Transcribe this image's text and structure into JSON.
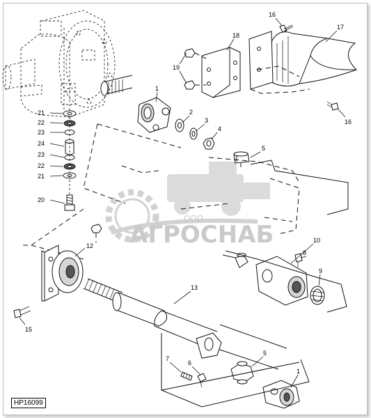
{
  "diagram_id": "HP16099",
  "watermark": {
    "prefix": "ООО",
    "brand": "АГРОСНАБ"
  },
  "callouts": {
    "c1a": "1",
    "c1b": "1",
    "c2": "2",
    "c3": "3",
    "c4": "4",
    "c5a": "5",
    "c5b": "5",
    "c6": "6",
    "c7": "7",
    "c8": "8",
    "c9": "9",
    "c10": "10",
    "c12": "12",
    "c13": "13",
    "c15": "15",
    "c16a": "16",
    "c16b": "16",
    "c17": "17",
    "c18": "18",
    "c19": "19",
    "c20": "20",
    "c21a": "21",
    "c21b": "21",
    "c22a": "22",
    "c22b": "22",
    "c23a": "23",
    "c23b": "23",
    "c24": "24"
  }
}
